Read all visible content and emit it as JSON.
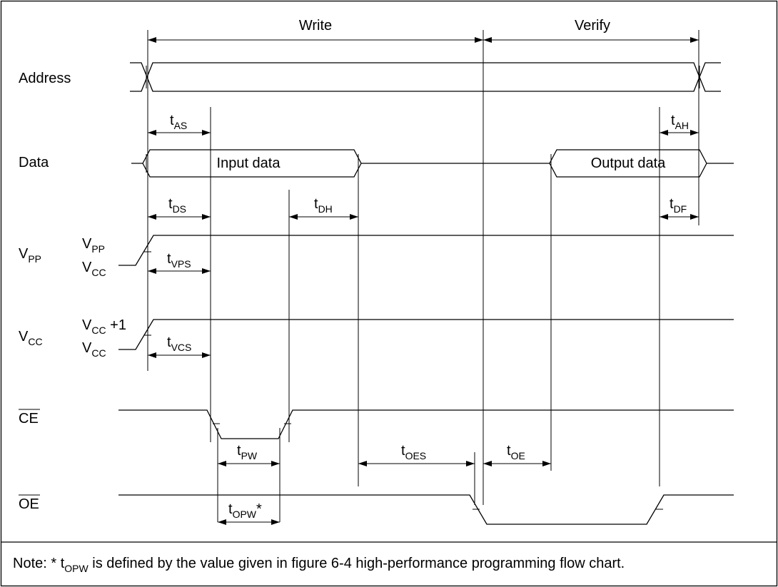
{
  "phases": {
    "write": "Write",
    "verify": "Verify"
  },
  "signals": {
    "address": "Address",
    "data": "Data",
    "vpp": {
      "main": "V",
      "sub": "PP"
    },
    "vcc": {
      "main": "V",
      "sub": "CC"
    },
    "ce": "CE",
    "oe": "OE"
  },
  "levels": {
    "vpp_high": {
      "main": "V",
      "sub": "PP"
    },
    "vpp_low": {
      "main": "V",
      "sub": "CC"
    },
    "vcc_high": {
      "main": "V",
      "sub": "CC",
      "suffix": " +1"
    },
    "vcc_low": {
      "main": "V",
      "sub": "CC"
    }
  },
  "bus_labels": {
    "input": "Input data",
    "output": "Output data"
  },
  "timing": {
    "t_as": {
      "main": "t",
      "sub": "AS"
    },
    "t_ah": {
      "main": "t",
      "sub": "AH"
    },
    "t_ds": {
      "main": "t",
      "sub": "DS"
    },
    "t_dh": {
      "main": "t",
      "sub": "DH"
    },
    "t_df": {
      "main": "t",
      "sub": "DF"
    },
    "t_vps": {
      "main": "t",
      "sub": "VPS"
    },
    "t_vcs": {
      "main": "t",
      "sub": "VCS"
    },
    "t_pw": {
      "main": "t",
      "sub": "PW"
    },
    "t_oes": {
      "main": "t",
      "sub": "OES"
    },
    "t_oe": {
      "main": "t",
      "sub": "OE"
    },
    "t_opw": {
      "main": "t",
      "sub": "OPW",
      "suffix": "*"
    }
  },
  "note": {
    "prefix": "Note:  * t",
    "sub": "OPW",
    "rest": " is defined by the value given in figure 6-4 high-performance programming flow chart."
  }
}
